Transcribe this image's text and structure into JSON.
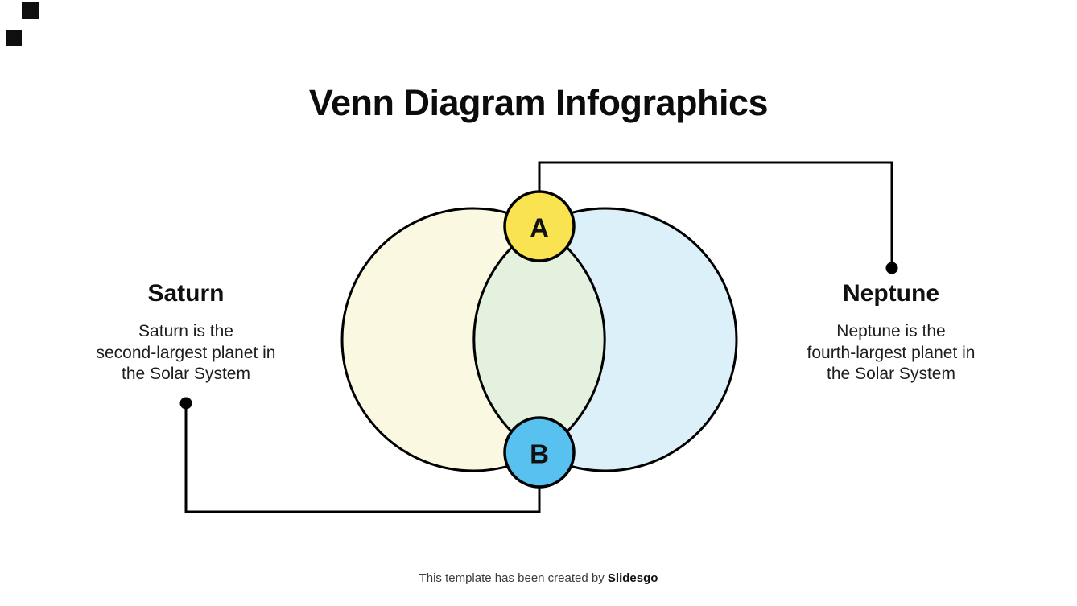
{
  "slide": {
    "title": "Venn Diagram Infographics",
    "items": {
      "left": {
        "heading": "Saturn",
        "description_lines": [
          "Saturn is the",
          "second-largest planet in",
          "the Solar System"
        ]
      },
      "right": {
        "heading": "Neptune",
        "description_lines": [
          "Neptune is the",
          "fourth-largest planet in",
          "the Solar System"
        ]
      }
    },
    "venn": {
      "node_a_label": "A",
      "node_b_label": "B",
      "colors": {
        "left_circle_fill": "#FBF8E2",
        "right_circle_fill": "#DCF0FA",
        "overlap_fill": "#E3F1DE",
        "node_a_fill": "#F9E351",
        "node_b_fill": "#59C1EF",
        "outline": "#000000"
      }
    },
    "footer": {
      "prefix": "This template has been created by ",
      "brand": "Slidesgo"
    }
  }
}
